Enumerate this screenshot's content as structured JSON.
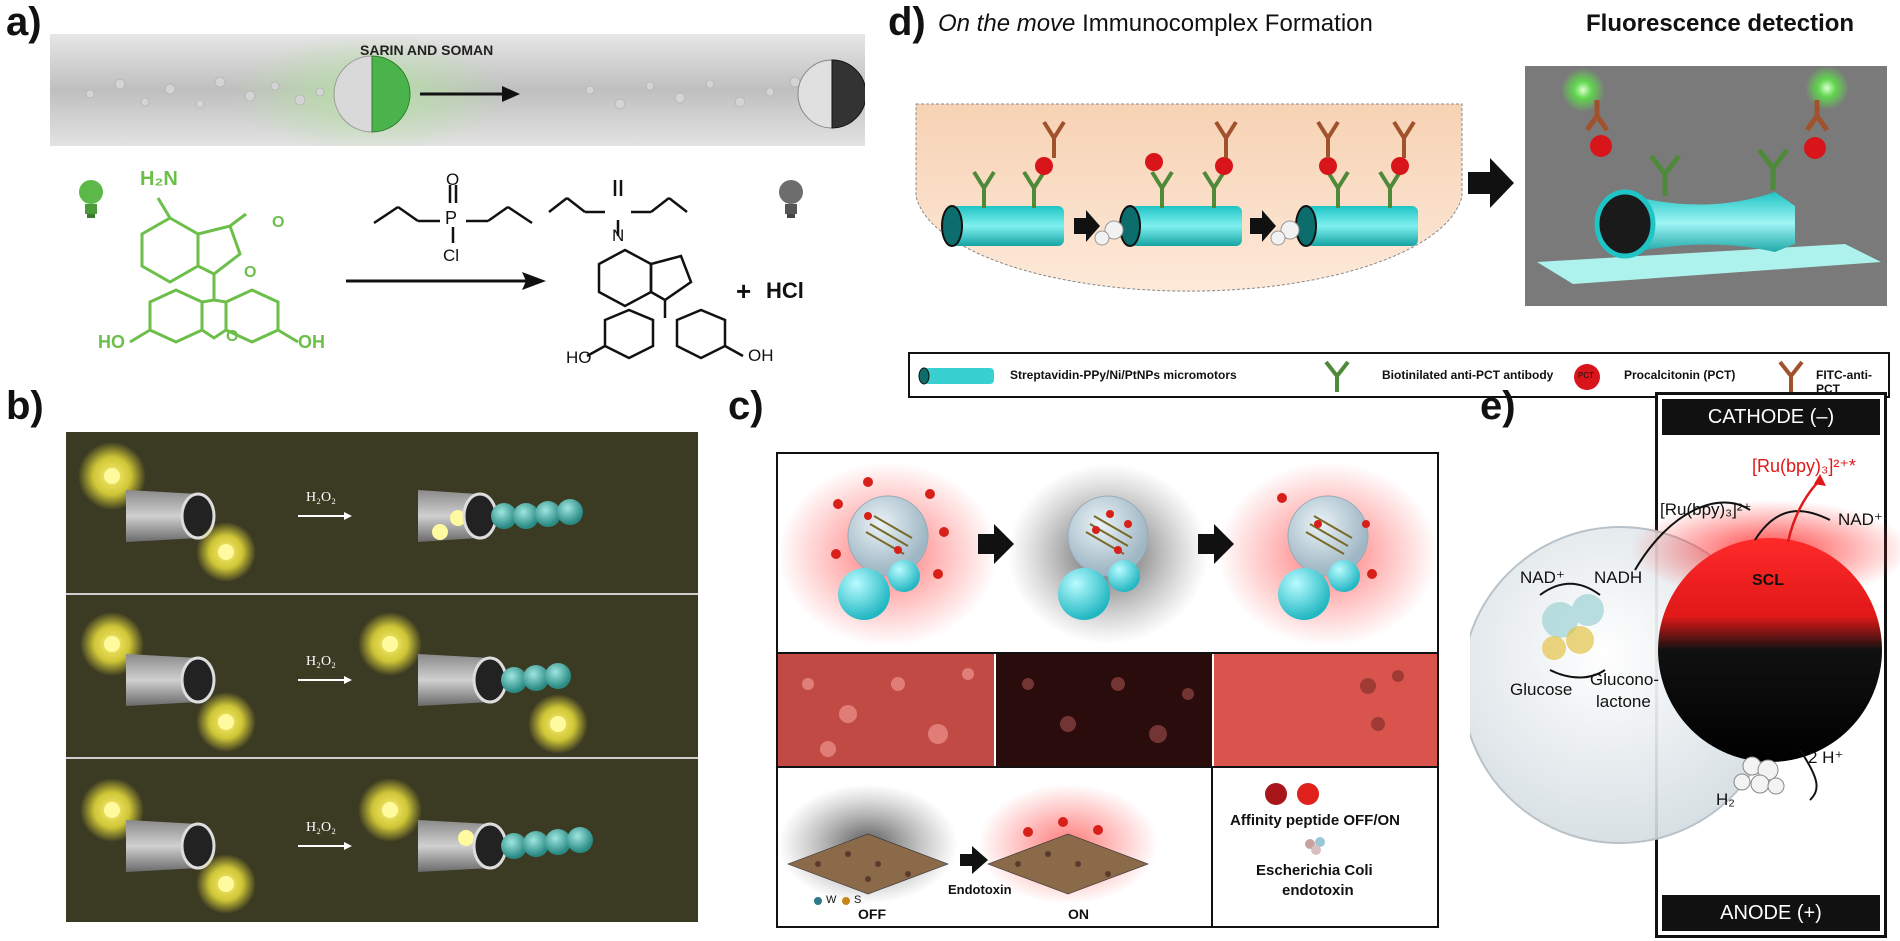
{
  "panels": {
    "a": {
      "label": "a)",
      "banner_text": "SARIN AND SOMAN",
      "reagent_labels": [
        "H₂N",
        "HO",
        "OH",
        "O",
        "O",
        "O",
        "P",
        "Cl",
        "O",
        "N",
        "HO",
        "OH"
      ],
      "product_plus": "+",
      "byproduct": "HCl"
    },
    "b": {
      "label": "b)",
      "arrow_label": "H₂O₂",
      "rows": 3
    },
    "c": {
      "label": "c)",
      "legend_peptide": "Affinity peptide OFF/ON",
      "legend_endotoxin_1": "Escherichia Coli",
      "legend_endotoxin_2": "endotoxin",
      "step_label": "Endotoxin",
      "off_label": "OFF",
      "on_label": "ON",
      "w_label": "W",
      "s_label": "S"
    },
    "d": {
      "label": "d)",
      "title_italic": "On the move",
      "title_rest": "Immunocomplex Formation",
      "title_right": "Fluorescence detection",
      "legend": [
        "Streptavidin-PPy/Ni/PtNPs micromotors",
        "Biotinilated anti-PCT antibody",
        "Procalcitonin (PCT)",
        "FITC-anti-PCT"
      ],
      "pct_tag": "PCT"
    },
    "e": {
      "label": "e)",
      "cathode": "CATHODE (–)",
      "anode": "ANODE (+)",
      "ru_red": "[Ru(bpy)₃]²⁺*",
      "ru_black": "[Ru(bpy)₃]²⁺",
      "nad_plus_right": "NAD⁺",
      "nad_plus_left": "NAD⁺",
      "nadh": "NADH",
      "glucose": "Glucose",
      "gluconolactone_1": "Glucono-",
      "gluconolactone_2": "lactone",
      "scl": "SCL",
      "h2": "H₂",
      "two_h": "2 H⁺"
    }
  },
  "colors": {
    "green": "#6dbf4b",
    "cyan": "#3fd6d6",
    "red": "#e0201a",
    "yellow": "#f4f04a",
    "olive_bg": "#3b3a22",
    "grey_bg": "#7a7a7a"
  }
}
